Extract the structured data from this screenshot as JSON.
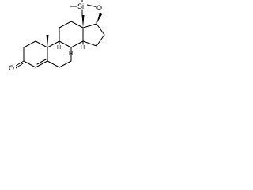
{
  "molecule": {
    "atoms": {
      "oxygen_ketone": "O",
      "oxygen_ether": "O",
      "silicon": "Si",
      "h8": "H",
      "h9": "H",
      "h14": "H"
    },
    "colors": {
      "ink": "#000000",
      "background": "#ffffff"
    }
  }
}
